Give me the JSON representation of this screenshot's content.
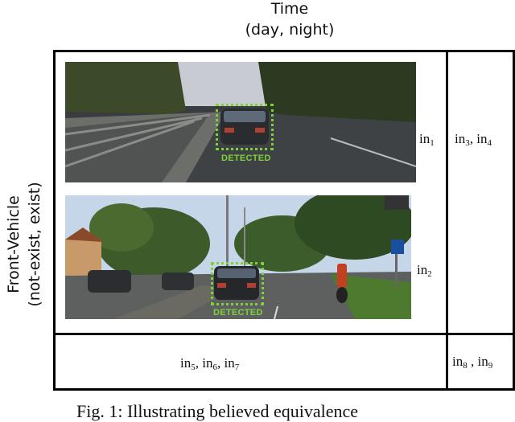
{
  "axes": {
    "time": {
      "title": "Time",
      "values": "(day, night)"
    },
    "front_vehicle": {
      "title": "Front-Vehicle",
      "values": "(not-exist, exist)"
    }
  },
  "cells": {
    "in1": {
      "base": "in",
      "sub": "1"
    },
    "in2": {
      "base": "in",
      "sub": "2"
    },
    "in3_in4": {
      "a_base": "in",
      "a_sub": "3",
      "sep": ", ",
      "b_base": "in",
      "b_sub": "4"
    },
    "in5_in6_in7": {
      "a_base": "in",
      "a_sub": "5",
      "b_base": "in",
      "b_sub": "6",
      "c_base": "in",
      "c_sub": "7",
      "sep": ", "
    },
    "in8_in9": {
      "a_base": "in",
      "a_sub": "8",
      "sep": " , ",
      "b_base": "in",
      "b_sub": "9"
    }
  },
  "photos": {
    "top": {
      "detection_label": "DETECTED"
    },
    "bottom": {
      "detection_label": "DETECTED"
    }
  },
  "caption": "Fig. 1: Illustrating believed equivalence"
}
